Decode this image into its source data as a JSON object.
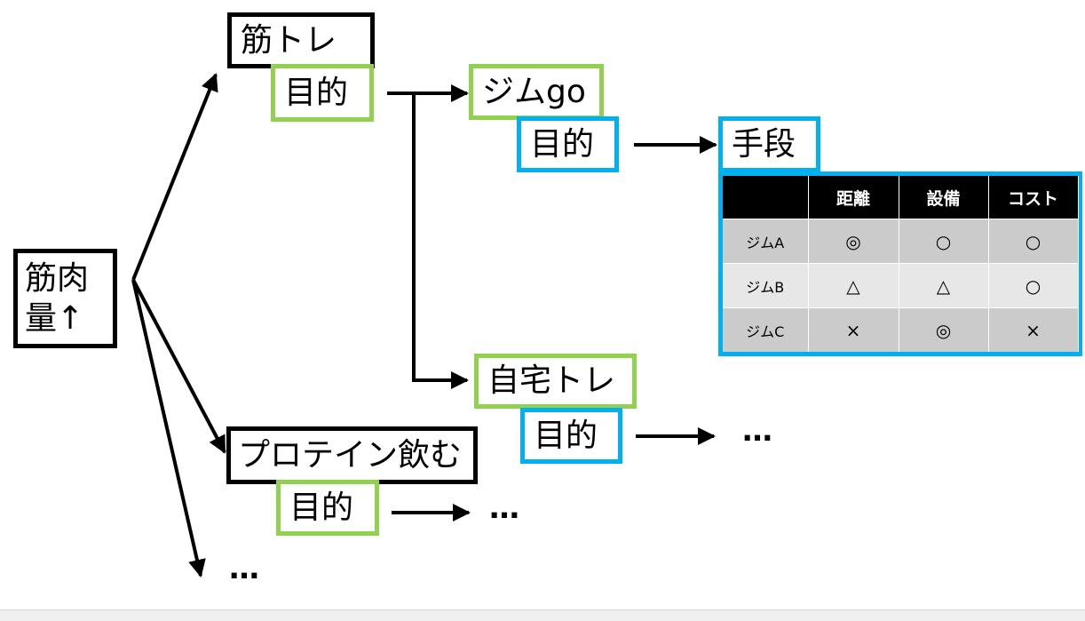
{
  "root": {
    "line1": "筋肉",
    "line2": "量↑"
  },
  "branches": {
    "workout": {
      "label": "筋トレ",
      "purpose": "目的",
      "options": {
        "gym": {
          "label": "ジムgo",
          "purpose": "目的",
          "means": "手段"
        },
        "home": {
          "label": "自宅トレ",
          "purpose": "目的",
          "continuation": "…"
        }
      }
    },
    "protein": {
      "label": "プロテイン飲む",
      "purpose": "目的",
      "continuation": "…"
    },
    "more": "…"
  },
  "comparison_table": {
    "columns": [
      "",
      "距離",
      "設備",
      "コスト"
    ],
    "rows": [
      {
        "name": "ジムA",
        "values": [
          "◎",
          "○",
          "○"
        ]
      },
      {
        "name": "ジムB",
        "values": [
          "△",
          "△",
          "○"
        ]
      },
      {
        "name": "ジムC",
        "values": [
          "×",
          "◎",
          "×"
        ]
      }
    ]
  },
  "colors": {
    "box_black": "#000000",
    "purpose_green": "#92d050",
    "means_blue": "#00b0f0"
  }
}
